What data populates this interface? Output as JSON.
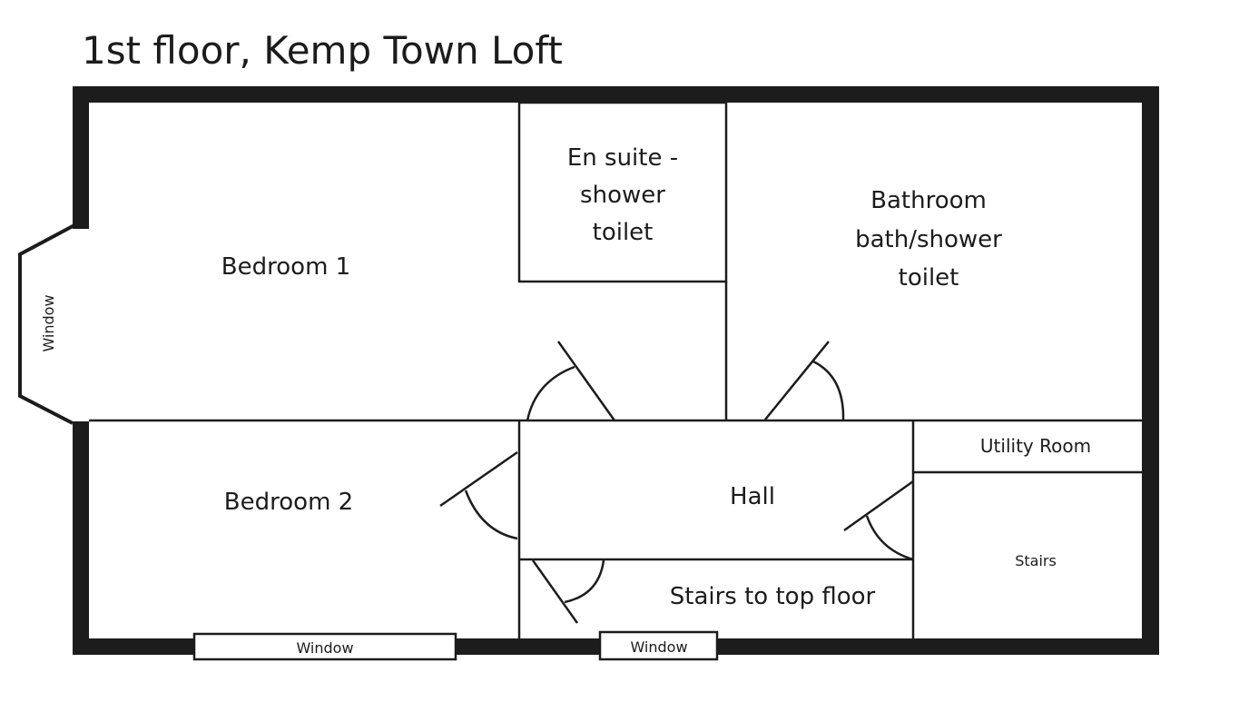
{
  "title": "1st floor, Kemp Town Loft",
  "rooms": {
    "bedroom1": "Bedroom 1",
    "bedroom2": "Bedroom 2",
    "ensuite": [
      "En suite -",
      "shower",
      "toilet"
    ],
    "bathroom": [
      "Bathroom",
      "bath/shower",
      "toilet"
    ],
    "hall": "Hall",
    "utility": "Utility Room",
    "stairs": "Stairs",
    "stairs_top": "Stairs to top floor"
  },
  "windows": {
    "left": "Window",
    "bottom_left": "Window",
    "bottom_middle": "Window"
  },
  "colors": {
    "wall": "#1c1c1c",
    "background": "#ffffff"
  }
}
